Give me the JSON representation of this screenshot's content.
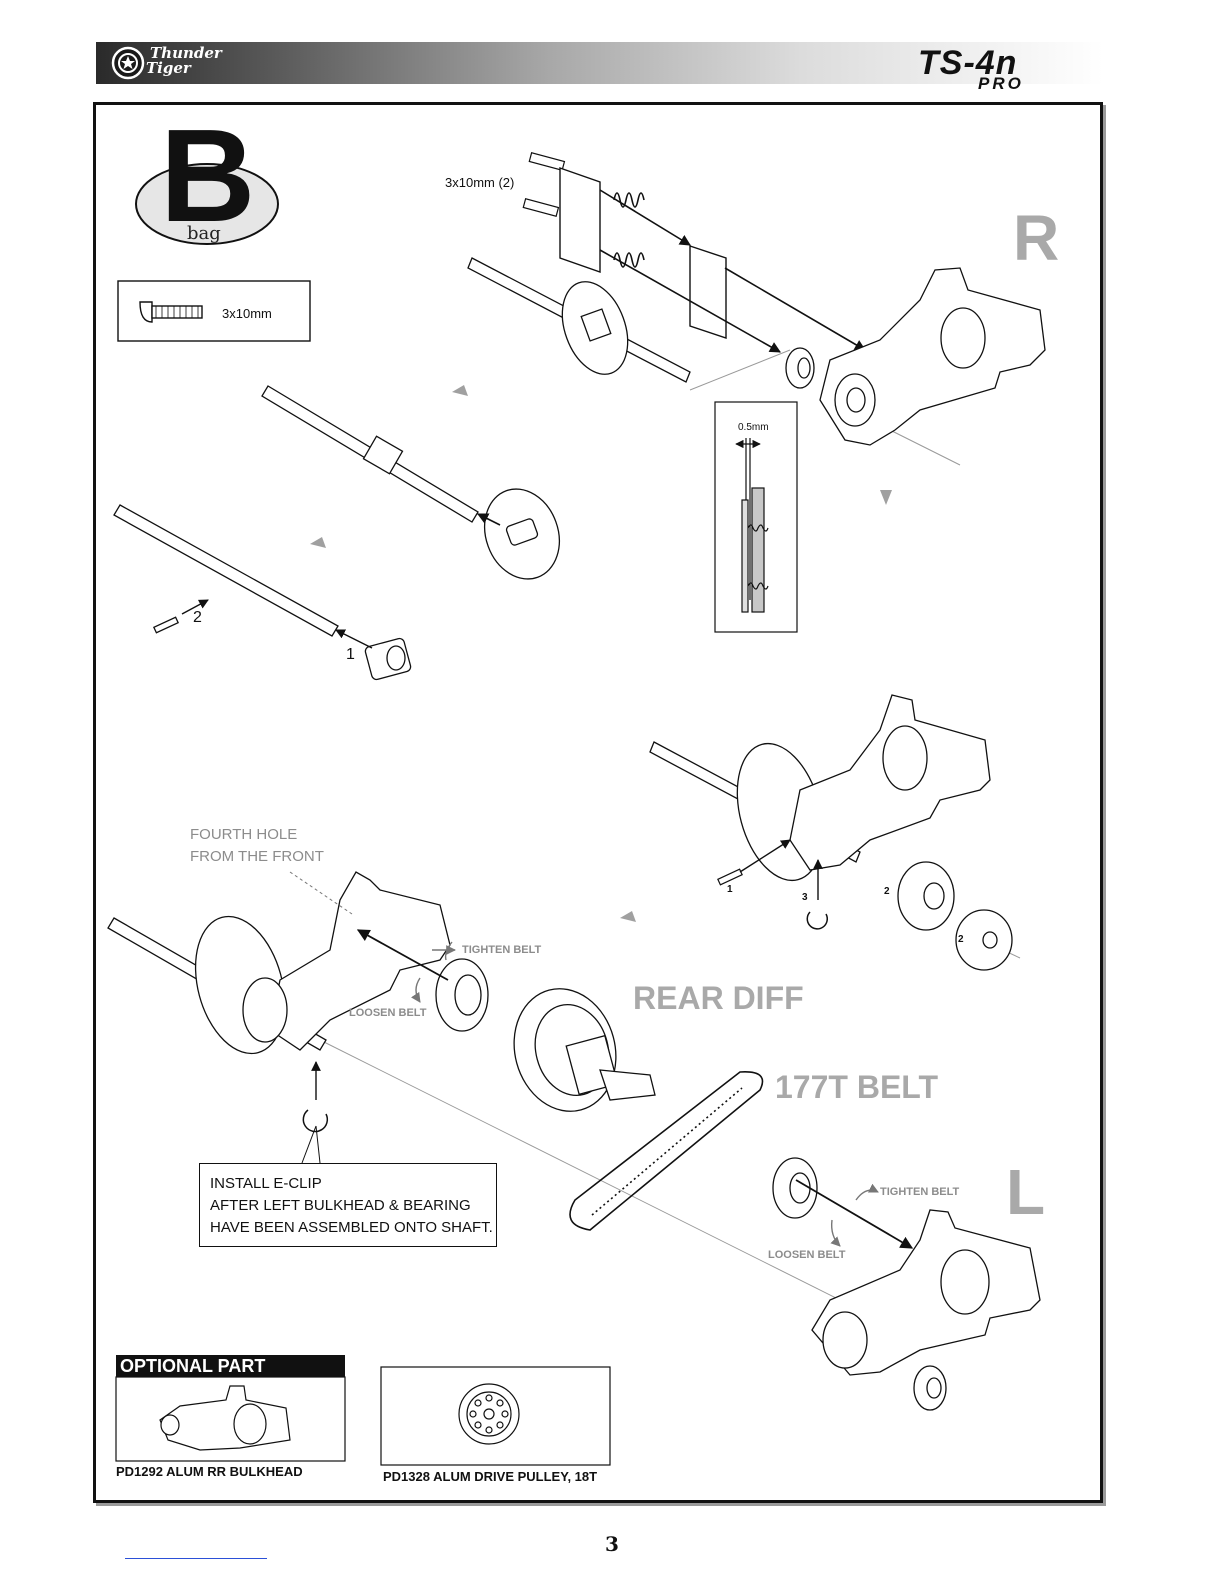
{
  "header": {
    "brand_line1": "Thunder",
    "brand_line2": "Tiger",
    "product_name": "TS-4n",
    "product_sub": "PRO"
  },
  "bag": {
    "letter": "B",
    "word": "bag"
  },
  "hardware": {
    "screw_label": "3x10mm"
  },
  "callouts": {
    "screw_qty": "3x10mm (2)",
    "side_right": "R",
    "side_left": "L",
    "spacing": "0.5mm",
    "fourth_hole_1": "FOURTH HOLE",
    "fourth_hole_2": "FROM THE FRONT",
    "tighten_belt": "TIGHTEN BELT",
    "loosen_belt": "LOOSEN BELT",
    "rear_diff": "REAR DIFF",
    "belt": "177T BELT",
    "step_1": "1",
    "step_2": "2",
    "step_3": "3"
  },
  "note": {
    "line1": "INSTALL E-CLIP",
    "line2": "AFTER LEFT BULKHEAD & BEARING",
    "line3": "HAVE BEEN ASSEMBLED ONTO SHAFT."
  },
  "optional": {
    "title": "OPTIONAL PART",
    "part1": "PD1292  ALUM RR BULKHEAD",
    "part2": "PD1328   ALUM DRIVE PULLEY, 18T"
  },
  "page": {
    "number": "3"
  }
}
